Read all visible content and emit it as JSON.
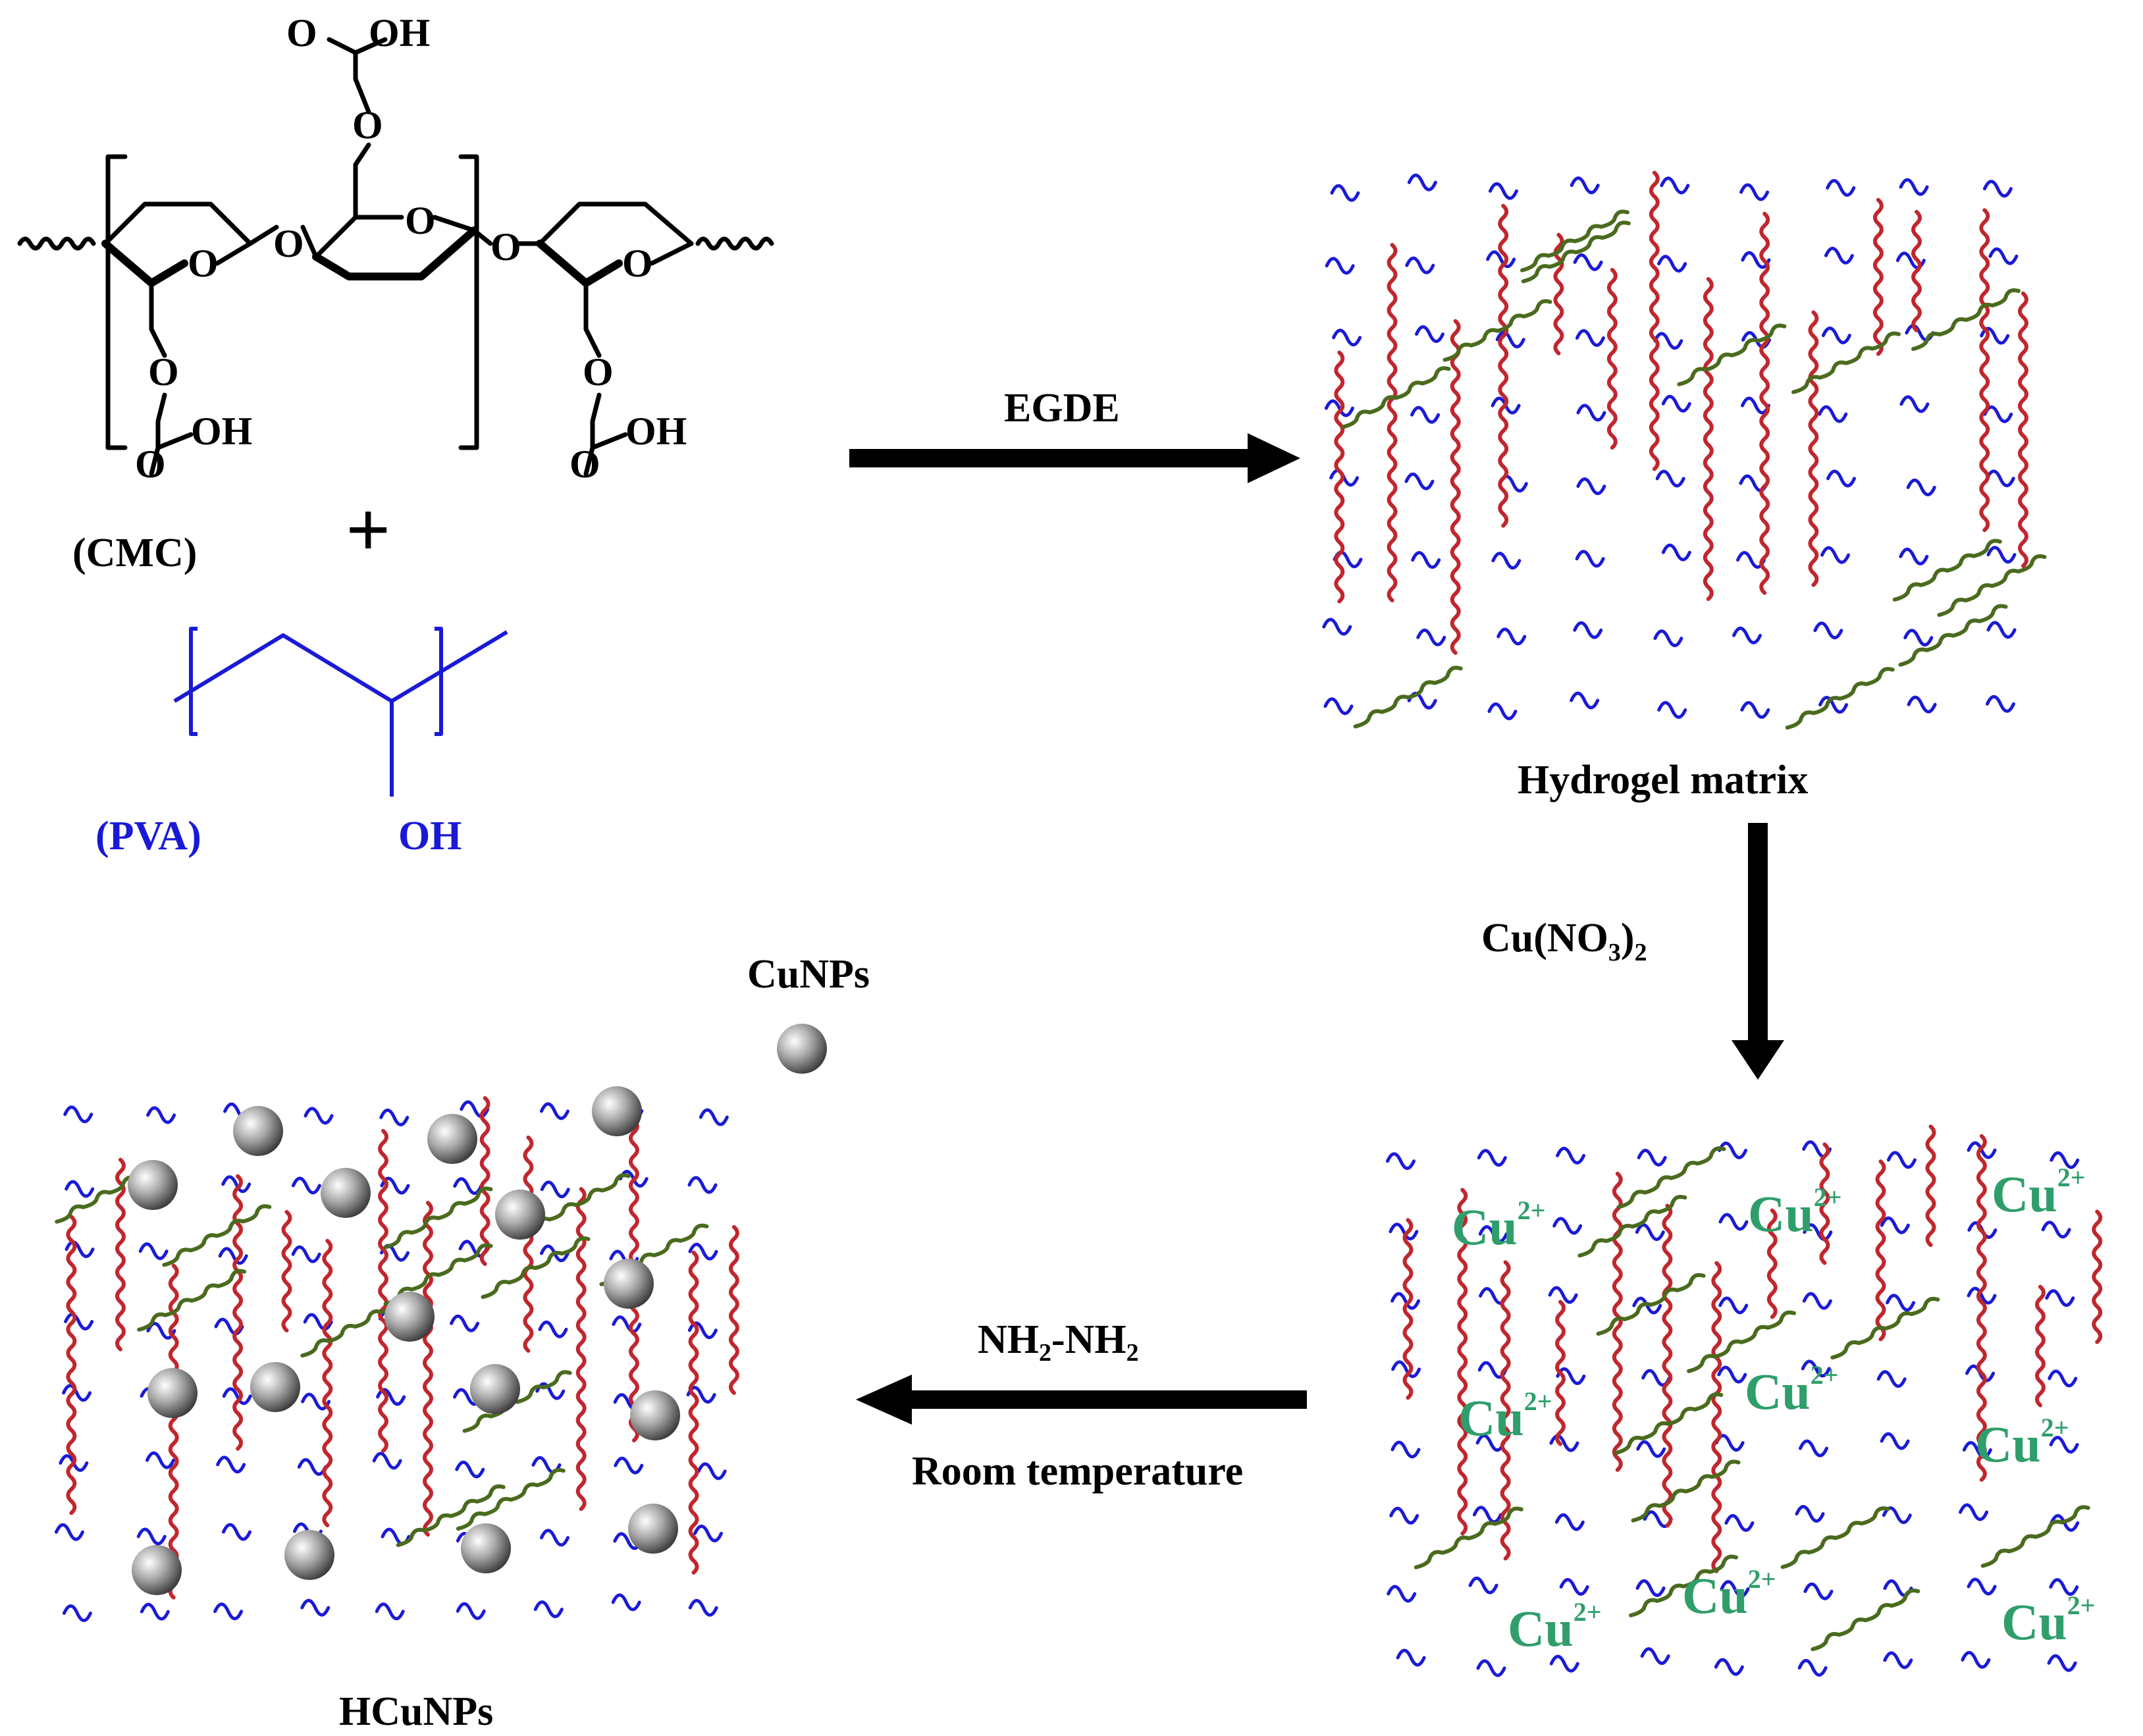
{
  "reagents": {
    "cmc": "(CMC)",
    "plus": "+",
    "pva": "(PVA)",
    "cooh_oh": "OH",
    "cooh_o": "O",
    "ether_o": "O",
    "pva_oh": "OH"
  },
  "steps": {
    "crosslink_reagent": "EGDE",
    "copper_reagent_base": "Cu(NO",
    "copper_reagent_sub1": "3",
    "copper_reagent_close": ")",
    "copper_reagent_sub2": "2",
    "reduction_reagent_a": "NH",
    "reduction_reagent_sub": "2",
    "reduction_reagent_b": "-NH",
    "reduction_condition": "Room temperature"
  },
  "products": {
    "hydrogel": "Hydrogel matrix",
    "nanoparticle_legend": "CuNPs",
    "final": "HCuNPs"
  },
  "ion": {
    "symbol": "Cu",
    "charge": "2+"
  },
  "colors": {
    "cmc_chain": "#c0272d",
    "pva_chain": "#1a1ad6",
    "egde_chain": "#4a6b1e",
    "pva_label": "#1a1ad6",
    "ion_label": "#2f9e6b",
    "arrow": "#000000"
  }
}
